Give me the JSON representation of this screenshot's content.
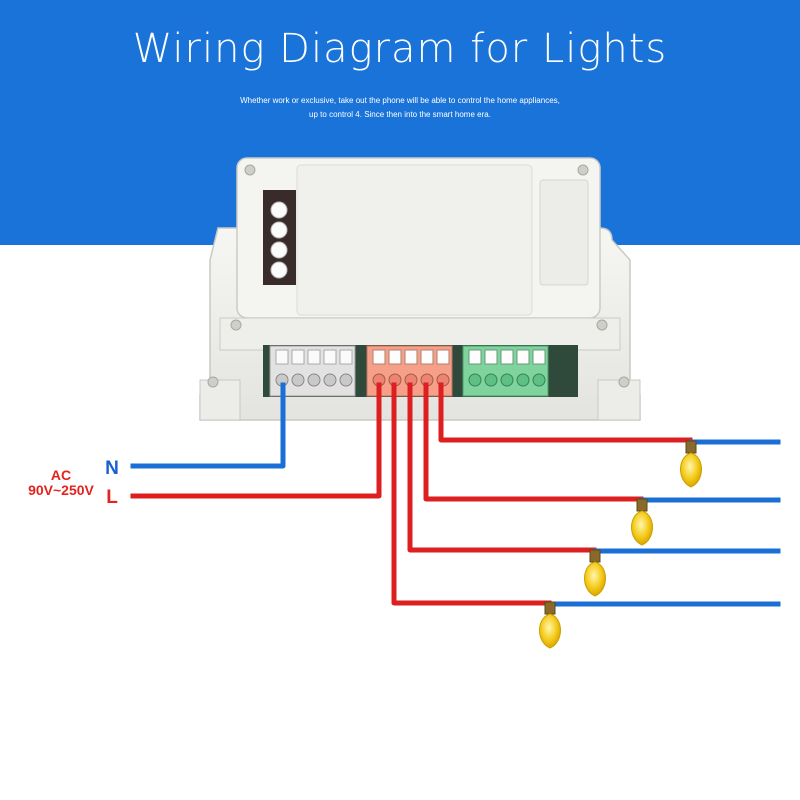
{
  "header": {
    "title": "Wiring Diagram for Lights",
    "subtitle_line1": "Whether work or exclusive, take out the phone will be able to control the home appliances,",
    "subtitle_line2": "up to control 4. Since then into the smart home era.",
    "background_color": "#1a73d9"
  },
  "power_input": {
    "ac_label": "AC",
    "voltage_label": "90V~250V",
    "neutral_label": "N",
    "live_label": "L"
  },
  "colors": {
    "neutral_wire": "#1a6fd6",
    "live_wire": "#dd1f1f",
    "label_red": "#e3231e",
    "label_blue": "#1a5fd0",
    "bulb": "#f2c40f",
    "terminal_neutral": "#e2e2e2",
    "terminal_live": "#f6a08a",
    "terminal_green": "#7fd39c",
    "housing": "#efefeb"
  },
  "device": {
    "button_count": 4,
    "terminal_blocks": [
      "neutral",
      "live",
      "signal"
    ]
  },
  "lights": {
    "count": 4,
    "icon": "light-bulb-icon"
  }
}
